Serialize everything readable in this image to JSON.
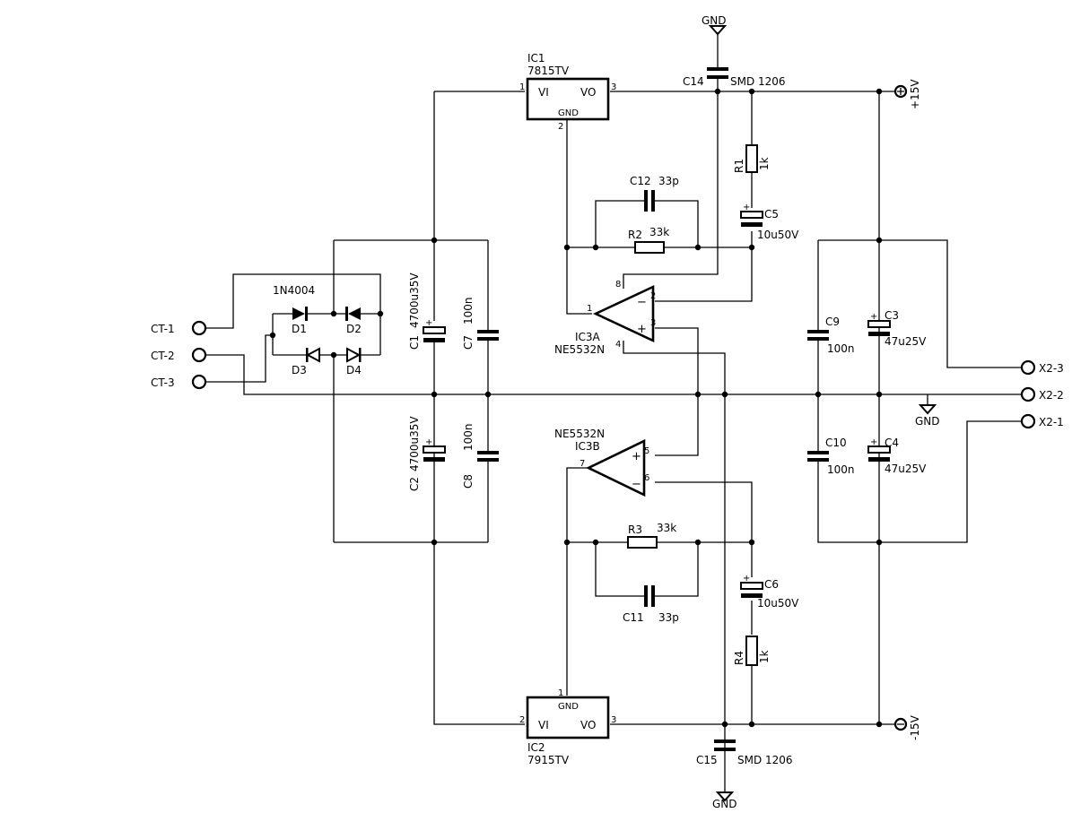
{
  "ic1": {
    "name": "IC1",
    "value": "7815TV",
    "vi": "VI",
    "vo": "VO",
    "gnd": "GND",
    "pin_in": "1",
    "pin_gnd": "2",
    "pin_out": "3"
  },
  "ic2": {
    "name": "IC2",
    "value": "7915TV",
    "vi": "VI",
    "vo": "VO",
    "gnd": "GND",
    "pin_in": "2",
    "pin_gnd": "1",
    "pin_out": "3"
  },
  "ic3a": {
    "name": "IC3A",
    "value": "NE5532N",
    "pin_out": "1",
    "pin_inv": "2",
    "pin_noninv": "3",
    "pin_vcc": "8",
    "pin_vee": "4"
  },
  "ic3b": {
    "name": "IC3B",
    "value": "NE5532N",
    "pin_out": "7",
    "pin_inv": "6",
    "pin_noninv": "5"
  },
  "c14": {
    "name": "C14",
    "value": "SMD 1206"
  },
  "c15": {
    "name": "C15",
    "value": "SMD 1206"
  },
  "c12": {
    "name": "C12",
    "value": "33p"
  },
  "c11": {
    "name": "C11",
    "value": "33p"
  },
  "r1": {
    "name": "R1",
    "value": "1k"
  },
  "r2": {
    "name": "R2",
    "value": "33k"
  },
  "r3": {
    "name": "R3",
    "value": "33k"
  },
  "r4": {
    "name": "R4",
    "value": "1k"
  },
  "c5": {
    "name": "C5",
    "value": "10u50V"
  },
  "c6": {
    "name": "C6",
    "value": "10u50V"
  },
  "c1": {
    "name": "C1",
    "value": "4700u35V"
  },
  "c2": {
    "name": "C2",
    "value": "4700u35V"
  },
  "c7": {
    "name": "C7",
    "value": "100n"
  },
  "c8": {
    "name": "C8",
    "value": "100n"
  },
  "c9": {
    "name": "C9",
    "value": "100n"
  },
  "c10": {
    "name": "C10",
    "value": "100n"
  },
  "c3": {
    "name": "C3",
    "value": "47u25V"
  },
  "c4": {
    "name": "C4",
    "value": "47u25V"
  },
  "bridge": {
    "part": "1N4004",
    "d1": "D1",
    "d2": "D2",
    "d3": "D3",
    "d4": "D4"
  },
  "inputs": [
    "CT-1",
    "CT-2",
    "CT-3"
  ],
  "outputs": [
    "X2-3",
    "X2-2",
    "X2-1"
  ],
  "gnd_label": "GND",
  "plus_supply": "+15V",
  "minus_supply": "-15V",
  "plus_mark": "+",
  "minus_mark": "−"
}
